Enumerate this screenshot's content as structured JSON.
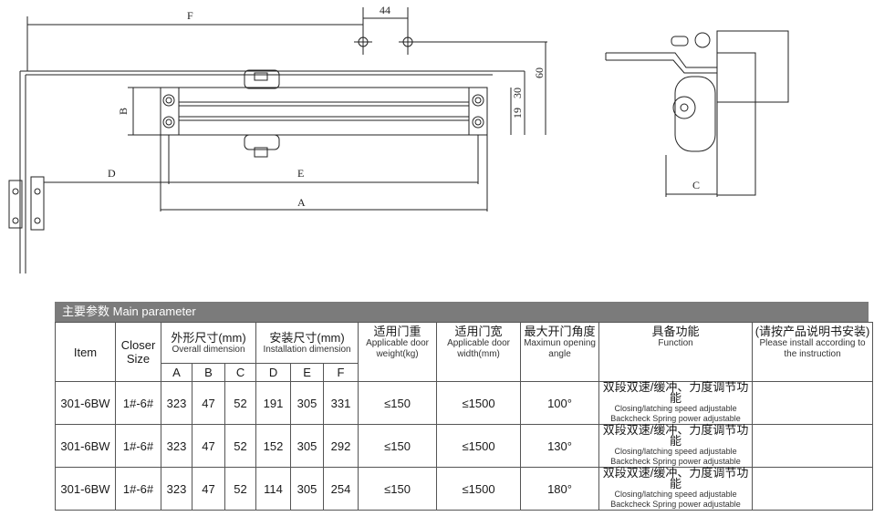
{
  "drawing": {
    "dimension_labels": {
      "F": "F",
      "d44": "44",
      "d60": "60",
      "d30": "30",
      "d19": "19",
      "B": "B",
      "D": "D",
      "E": "E",
      "A": "A",
      "C": "C"
    }
  },
  "table": {
    "title": "主要参数 Main parameter",
    "headers": {
      "item": "Item",
      "closer_size": "Closer Size",
      "overall_cn": "外形尺寸(mm)",
      "overall_en": "Overall dimension",
      "install_cn": "安装尺寸(mm)",
      "install_en": "Installation dimension",
      "weight_cn": "适用门重",
      "weight_en": "Applicable door weight(kg)",
      "width_cn": "适用门宽",
      "width_en": "Applicable door width(mm)",
      "angle_cn": "最大开门角度",
      "angle_en": "Maximun opening angle",
      "function_cn": "具备功能",
      "function_en": "Function",
      "note_cn": "(请按产品说明书安装)",
      "note_en": "Please install according to the instruction",
      "sub": [
        "A",
        "B",
        "C",
        "D",
        "E",
        "F"
      ]
    },
    "rows": [
      {
        "item": "301-6BW",
        "size": "1#-6#",
        "A": "323",
        "B": "47",
        "C": "52",
        "D": "191",
        "E": "305",
        "F": "331",
        "weight": "≤150",
        "width": "≤1500",
        "angle": "100°",
        "fn_cn": "双段双速/缓冲、力度调节功能",
        "fn_en1": "Closing/latching speed adjustable",
        "fn_en2": "Backcheck  Spring power adjustable"
      },
      {
        "item": "301-6BW",
        "size": "1#-6#",
        "A": "323",
        "B": "47",
        "C": "52",
        "D": "152",
        "E": "305",
        "F": "292",
        "weight": "≤150",
        "width": "≤1500",
        "angle": "130°",
        "fn_cn": "双段双速/缓冲、力度调节功能",
        "fn_en1": "Closing/latching speed adjustable",
        "fn_en2": "Backcheck  Spring power adjustable"
      },
      {
        "item": "301-6BW",
        "size": "1#-6#",
        "A": "323",
        "B": "47",
        "C": "52",
        "D": "114",
        "E": "305",
        "F": "254",
        "weight": "≤150",
        "width": "≤1500",
        "angle": "180°",
        "fn_cn": "双段双速/缓冲、力度调节功能",
        "fn_en1": "Closing/latching speed adjustable",
        "fn_en2": "Backcheck  Spring power adjustable"
      }
    ]
  }
}
